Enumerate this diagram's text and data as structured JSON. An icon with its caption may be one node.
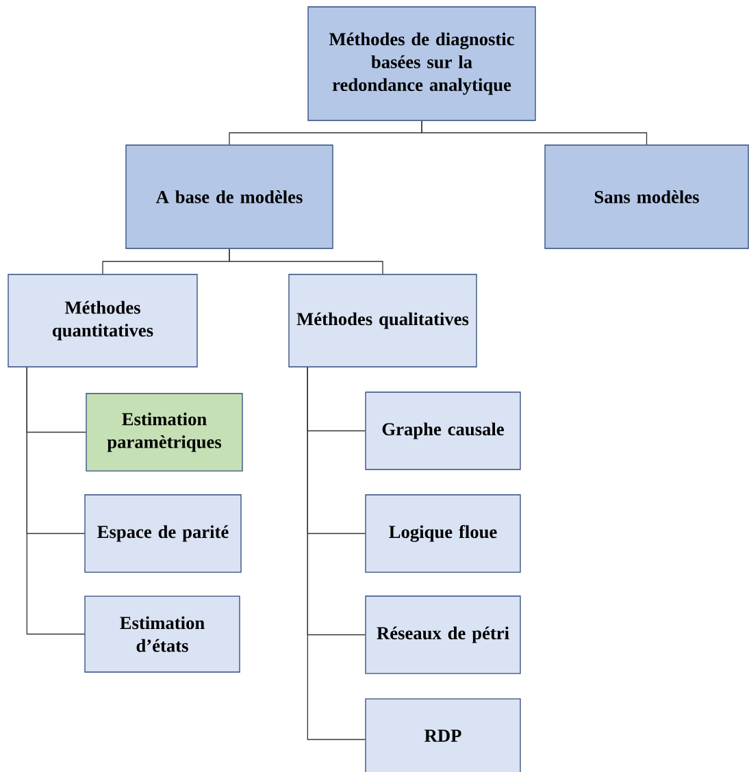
{
  "diagram": {
    "nodes": [
      {
        "text": [
          "Méthodes de diagnostic basées sur la redondance analytique"
        ]
      },
      {
        "text": [
          "A base de modèles"
        ]
      },
      {
        "text": [
          "Sans modèles"
        ]
      },
      {
        "text": [
          "Méthodes quantitatives"
        ]
      },
      {
        "text": [
          "Méthodes qualitatives"
        ]
      },
      {
        "text": [
          "Estimation paramètriques"
        ]
      },
      {
        "text": [
          "Espace de parité"
        ]
      },
      {
        "text": [
          "Estimation d’états"
        ]
      },
      {
        "text": [
          "Graphe causale"
        ]
      },
      {
        "text": [
          "Logique floue"
        ]
      },
      {
        "text": [
          "Réseaux de pétri"
        ]
      },
      {
        "text": [
          "RDP"
        ]
      }
    ],
    "edges": [
      {
        "from": 0,
        "to": 1,
        "arrow": "none"
      },
      {
        "from": 0,
        "to": 2,
        "arrow": "none"
      },
      {
        "from": 1,
        "to": 3,
        "arrow": "none"
      },
      {
        "from": 1,
        "to": 4,
        "arrow": "none"
      },
      {
        "from": 3,
        "to": 5,
        "arrow": "none"
      },
      {
        "from": 3,
        "to": 6,
        "arrow": "none"
      },
      {
        "from": 3,
        "to": 7,
        "arrow": "none"
      },
      {
        "from": 4,
        "to": 8,
        "arrow": "none"
      },
      {
        "from": 4,
        "to": 9,
        "arrow": "none"
      },
      {
        "from": 4,
        "to": 10,
        "arrow": "none"
      },
      {
        "from": 4,
        "to": 11,
        "arrow": "none"
      }
    ]
  }
}
